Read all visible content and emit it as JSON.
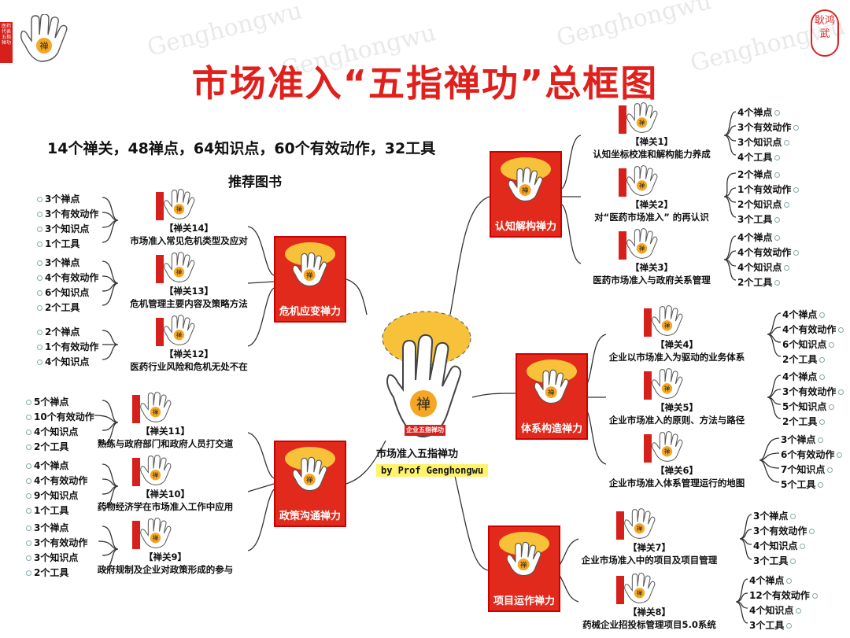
{
  "title": "市场准入“五指禅功”总框图",
  "subtitle": "14个禅关，48禅点，64知识点，60个有效动作，32工具",
  "books": "推荐图书",
  "watermark": "Genghongwu",
  "seal": "耿鸿武",
  "top_card": "医药代表五指禅功",
  "center": {
    "label": "市场准入五指禅功",
    "card_text": "企业五指禅功",
    "author": "by Prof Genghongwu"
  },
  "colors": {
    "red": "#e12a1c",
    "yellow": "#f7c23a",
    "line": "#333333"
  },
  "gates": [
    {
      "id": "g1",
      "label": "认知解构禅力",
      "nodes": [
        {
          "tag": "【禅关1】",
          "name": "认知坐标校准和解构能力养成",
          "leaves": [
            "4个禅点",
            "3个有效动作",
            "3个知识点",
            "4个工具"
          ]
        },
        {
          "tag": "【禅关2】",
          "name": "对“医药市场准入” 的再认识",
          "leaves": [
            "2个禅点",
            "1个有效动作",
            "2个知识点",
            "3个工具"
          ]
        },
        {
          "tag": "【禅关3】",
          "name": "医药市场准入与政府关系管理",
          "leaves": [
            "4个禅点",
            "4个有效动作",
            "4个知识点",
            "2个工具"
          ]
        }
      ]
    },
    {
      "id": "g2",
      "label": "体系构造禅力",
      "nodes": [
        {
          "tag": "【禅关4】",
          "name": "企业以市场准入为驱动的业务体系",
          "leaves": [
            "4个禅点",
            "4个有效动作",
            "6个知识点",
            "2个工具"
          ]
        },
        {
          "tag": "【禅关5】",
          "name": "企业市场准入的原则、方法与路径",
          "leaves": [
            "4个禅点",
            "3个有效动作",
            "5个知识点",
            "2个工具"
          ]
        },
        {
          "tag": "【禅关6】",
          "name": "企业市场准入体系管理运行的地图",
          "leaves": [
            "3个禅点",
            "6个有效动作",
            "7个知识点",
            "5个工具"
          ]
        }
      ]
    },
    {
      "id": "g3",
      "label": "项目运作禅力",
      "nodes": [
        {
          "tag": "【禅关7】",
          "name": "企业市场准入中的项目及项目管理",
          "leaves": [
            "3个禅点",
            "3个有效动作",
            "4个知识点",
            "3个工具"
          ]
        },
        {
          "tag": "【禅关8】",
          "name": "药械企业招投标管理项目5.0系统",
          "leaves": [
            "4个禅点",
            "12个有效动作",
            "4个知识点",
            "3个工具"
          ]
        }
      ]
    },
    {
      "id": "g4",
      "label": "危机应变禅力",
      "nodes": [
        {
          "tag": "【禅关14】",
          "name": "市场准入常见危机类型及应对",
          "leaves": [
            "3个禅点",
            "3个有效动作",
            "3个知识点",
            "1个工具"
          ]
        },
        {
          "tag": "【禅关13】",
          "name": "危机管理主要内容及策略方法",
          "leaves": [
            "3个禅点",
            "4个有效动作",
            "6个知识点",
            "2个工具"
          ]
        },
        {
          "tag": "【禅关12】",
          "name": "医药行业风险和危机无处不在",
          "leaves": [
            "2个禅点",
            "1个有效动作",
            "4个知识点"
          ]
        }
      ]
    },
    {
      "id": "g5",
      "label": "政策沟通禅力",
      "nodes": [
        {
          "tag": "【禅关11】",
          "name": "熟练与政府部门和政府人员打交道",
          "leaves": [
            "5个禅点",
            "10个有效动作",
            "4个知识点",
            "2个工具"
          ]
        },
        {
          "tag": "【禅关10】",
          "name": "药物经济学在市场准入工作中应用",
          "leaves": [
            "4个禅点",
            "4个有效动作",
            "9个知识点",
            "1个工具"
          ]
        },
        {
          "tag": "【禅关9】",
          "name": "政府规制及企业对政策形成的参与",
          "leaves": [
            "3个禅点",
            "3个有效动作",
            "3个知识点",
            "2个工具"
          ]
        }
      ]
    }
  ]
}
